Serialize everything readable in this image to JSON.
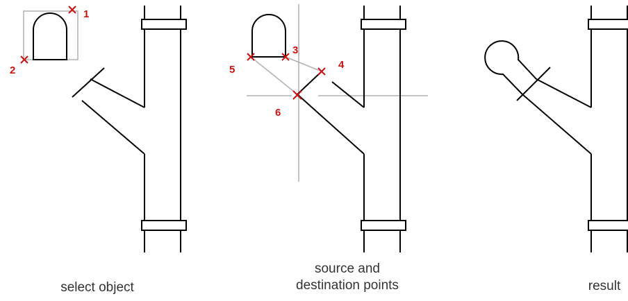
{
  "colors": {
    "line": "#000000",
    "marker": "#cc1111",
    "guide": "#b0b0b0",
    "caption": "#333333"
  },
  "panels": [
    {
      "caption": "select object"
    },
    {
      "caption_line1": "source and",
      "caption_line2": "destination points"
    },
    {
      "caption": "result"
    }
  ],
  "points": {
    "p1": "1",
    "p2": "2",
    "p3": "3",
    "p4": "4",
    "p5": "5",
    "p6": "6"
  }
}
